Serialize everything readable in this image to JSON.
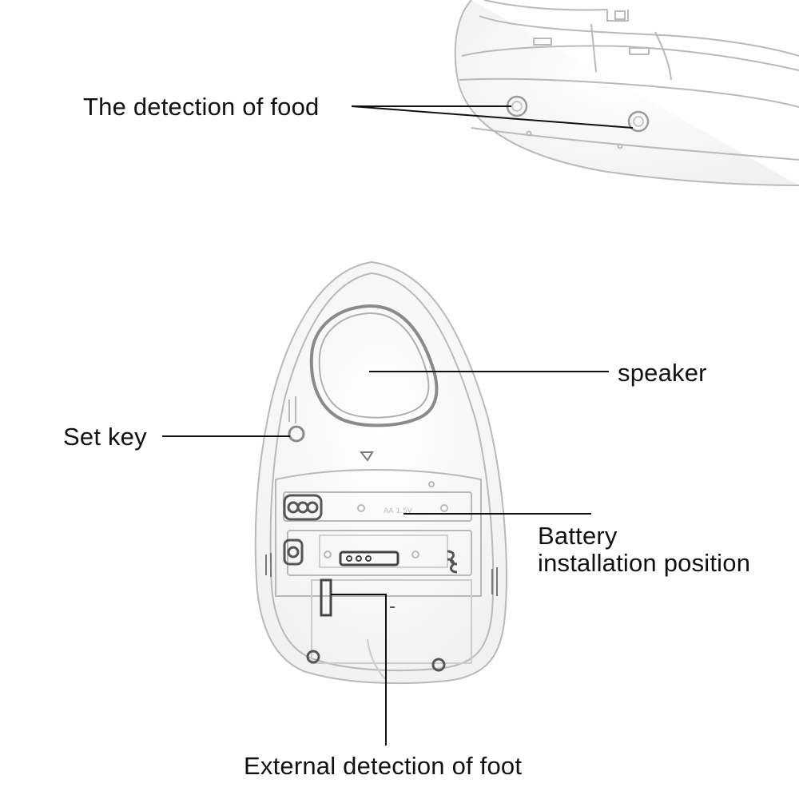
{
  "labels": {
    "food_detection": "The detection of food",
    "speaker": "speaker",
    "set_key": "Set key",
    "battery_line1": "Battery",
    "battery_line2": "installation position",
    "foot_detection": "External detection of foot"
  },
  "colors": {
    "background": "#ffffff",
    "outline": "#b9b9b9",
    "leader": "#111111",
    "text": "#111111"
  }
}
